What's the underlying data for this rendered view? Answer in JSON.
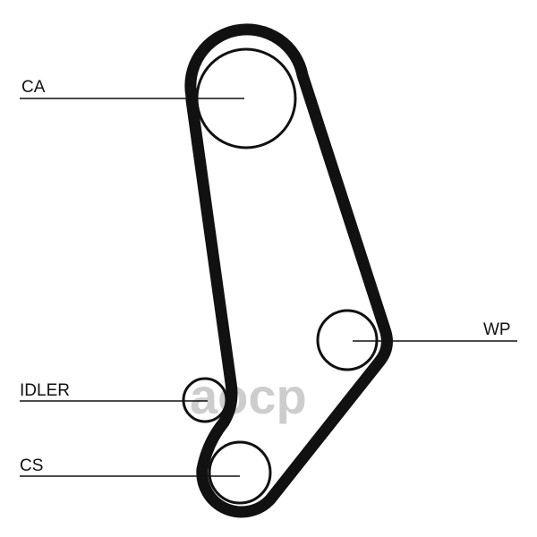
{
  "diagram": {
    "type": "timing-belt-layout",
    "labels": {
      "ca": "CA",
      "wp": "WP",
      "idler": "IDLER",
      "cs": "CS"
    },
    "watermark": "aocp"
  }
}
